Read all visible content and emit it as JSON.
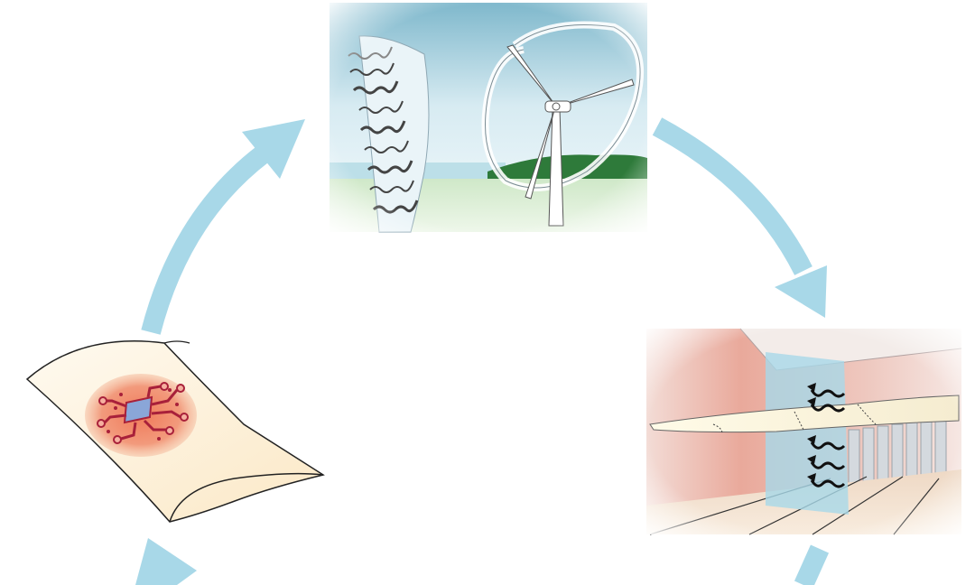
{
  "diagram": {
    "type": "cycle",
    "panels": [
      {
        "id": "wind-turbine-field",
        "icon": "wind-turbine-icon",
        "description_visible_text": ""
      },
      {
        "id": "wind-tunnel-test",
        "icon": "wind-tunnel-icon",
        "description_visible_text": ""
      },
      {
        "id": "blade-sensor-chip",
        "icon": "circuit-chip-icon",
        "description_visible_text": ""
      }
    ],
    "arrows": [
      {
        "from": "blade-sensor-chip",
        "to": "wind-turbine-field"
      },
      {
        "from": "wind-turbine-field",
        "to": "wind-tunnel-test"
      },
      {
        "from": "wind-tunnel-test",
        "to": "blade-sensor-chip"
      }
    ],
    "colors": {
      "arrow": "#a8d8e8",
      "sky": "#cfe6ef",
      "warm_wall": "#e8a898",
      "chip_circle": "#e87858",
      "circuit": "#a8203a",
      "chip": "#8aa6d8"
    }
  }
}
